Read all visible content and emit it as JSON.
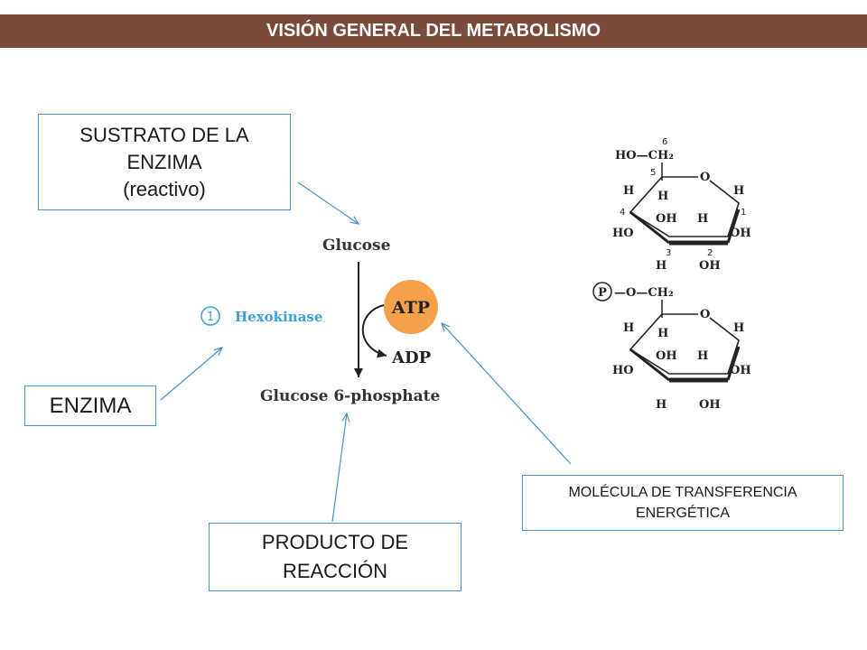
{
  "title": "VISIÓN GENERAL DEL METABOLISMO",
  "labels": {
    "sustrato_line1": "SUSTRATO DE LA",
    "sustrato_line2": "ENZIMA",
    "sustrato_line3": "(reactivo)",
    "enzima": "ENZIMA",
    "producto_line1": "PRODUCTO DE",
    "producto_line2": "REACCIÓN",
    "molecula_line1": "MOLÉCULA DE TRANSFERENCIA",
    "molecula_line2": "ENERGÉTICA"
  },
  "reaction": {
    "substrate": "Glucose",
    "step_number": "1",
    "enzyme": "Hexokinase",
    "cofactor_in": "ATP",
    "cofactor_out": "ADP",
    "product": "Glucose 6-phosphate"
  },
  "structures": {
    "glucose": {
      "ch2_group": "HO—CH₂",
      "ring_o": "O",
      "carbon_numbers": [
        "6",
        "5",
        "4",
        "3",
        "2",
        "1"
      ],
      "substituents": [
        "H",
        "H",
        "H",
        "OH",
        "H",
        "HO",
        "OH",
        "H",
        "OH"
      ]
    },
    "glucose6p": {
      "phosphate": "P",
      "ch2_group": "—O—CH₂",
      "ring_o": "O",
      "substituents": [
        "H",
        "H",
        "H",
        "OH",
        "H",
        "HO",
        "OH",
        "H",
        "OH"
      ]
    }
  },
  "colors": {
    "title_bar": "#7a4a3a",
    "box_border": "#4a90c8",
    "atp_circle": "#f4a14a",
    "enzyme_text": "#3aa0d8"
  }
}
